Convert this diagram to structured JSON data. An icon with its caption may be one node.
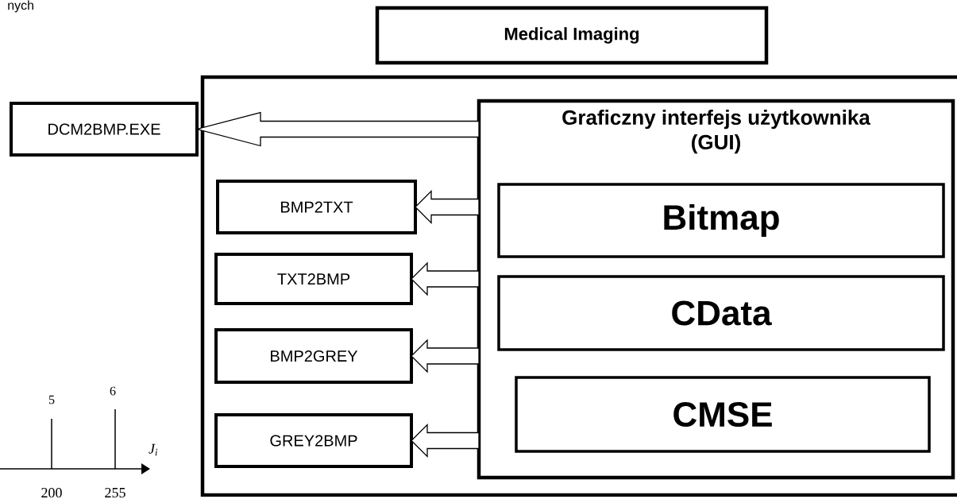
{
  "diagram": {
    "nodes": [
      {
        "text": [
          "Medical Imaging"
        ]
      },
      {
        "text": [],
        "shape": "box"
      },
      {
        "text": [
          "Graficzny interfejs użytkownika (GUI)"
        ],
        "in": 1
      },
      {
        "text": [
          "Bitmap"
        ],
        "in": 2
      },
      {
        "text": [
          "CData"
        ],
        "in": 2
      },
      {
        "text": [
          "CMSE"
        ],
        "in": 2
      },
      {
        "text": [
          "DCM2BMP.EXE"
        ]
      },
      {
        "text": [
          "BMP2TXT"
        ],
        "in": 1
      },
      {
        "text": [
          "TXT2BMP"
        ],
        "in": 1
      },
      {
        "text": [
          "BMP2GREY"
        ],
        "in": 1
      },
      {
        "text": [
          "GREY2BMP"
        ],
        "in": 1
      }
    ],
    "edges": [
      {
        "from": 2,
        "to": 6,
        "arrow": "to"
      },
      {
        "from": 2,
        "to": 7,
        "arrow": "to"
      },
      {
        "from": 2,
        "to": 8,
        "arrow": "to"
      },
      {
        "from": 2,
        "to": 9,
        "arrow": "to"
      },
      {
        "from": 2,
        "to": 10,
        "arrow": "to"
      }
    ],
    "labels": [
      "nych",
      "5",
      "6",
      "200",
      "255",
      "J$_{i}$"
    ]
  }
}
